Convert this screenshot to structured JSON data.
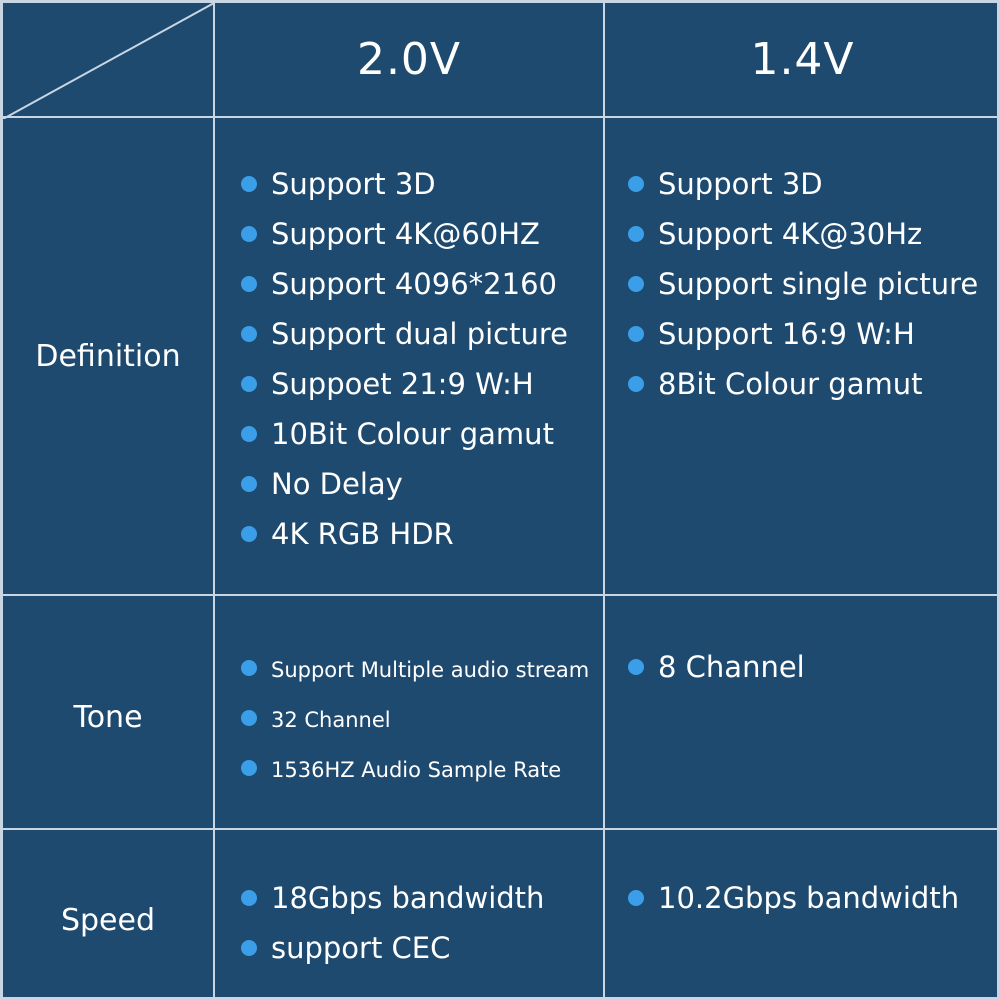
{
  "headers": {
    "v20": "2.0V",
    "v14": "1.4V"
  },
  "rows": {
    "definition": {
      "label": "Definition",
      "v20": [
        "Support 3D",
        "Support 4K@60HZ",
        "Support 4096*2160",
        "Support dual picture",
        "Suppoet 21:9 W:H",
        "10Bit Colour gamut",
        "No Delay",
        "4K RGB HDR"
      ],
      "v14": [
        "Support 3D",
        "Support 4K@30Hz",
        "Support single picture",
        "Support 16:9 W:H",
        "8Bit Colour gamut"
      ]
    },
    "tone": {
      "label": "Tone",
      "v20": [
        "Support Multiple audio stream",
        "32 Channel",
        "1536HZ Audio Sample Rate"
      ],
      "v14": [
        "8 Channel"
      ]
    },
    "speed": {
      "label": "Speed",
      "v20": [
        "18Gbps bandwidth",
        "support CEC"
      ],
      "v14": [
        "10.2Gbps bandwidth"
      ]
    }
  },
  "colors": {
    "background": "#1e4a70",
    "grid": "#c9d6e3",
    "bullet": "#3a9ee8",
    "text": "#ffffff"
  }
}
